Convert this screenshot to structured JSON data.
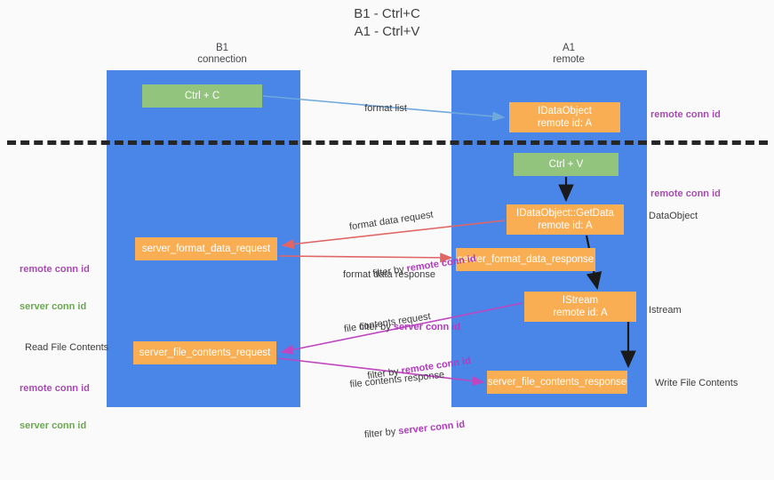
{
  "title": "B1 - Ctrl+C\nA1 - Ctrl+V",
  "columns": {
    "left": {
      "name": "B1",
      "role": "connection",
      "label": "B1\nconnection"
    },
    "right": {
      "name": "A1",
      "role": "remote",
      "label": "A1\nremote"
    }
  },
  "nodes": {
    "ctrl_c": {
      "line1": "Ctrl + C",
      "color": "#93c47d"
    },
    "idataobject": {
      "line1": "IDataObject",
      "line2": "remote id: A",
      "color": "#f9ae54"
    },
    "ctrl_v": {
      "line1": "Ctrl + V",
      "color": "#93c47d"
    },
    "getdata": {
      "line1": "IDataObject::GetData",
      "line2": "remote id: A",
      "color": "#f9ae54"
    },
    "server_format_data_request": {
      "line1": "server_format_data_request",
      "color": "#f9ae54"
    },
    "server_format_data_response": {
      "line1": "server_format_data_response",
      "color": "#f9ae54"
    },
    "istream": {
      "line1": "IStream",
      "line2": "remote id: A",
      "color": "#f9ae54"
    },
    "server_file_contents_request": {
      "line1": "server_file_contents_request",
      "color": "#f9ae54"
    },
    "server_file_contents_response": {
      "line1": "server_file_contents_response",
      "color": "#f9ae54"
    }
  },
  "edges": {
    "format_list": {
      "label": "format list",
      "color": "#6fa8dc"
    },
    "format_data_request": {
      "label": "format data request",
      "filter_prefix": "filter by ",
      "filter_key": "remote conn id",
      "color": "#e06666"
    },
    "format_data_response": {
      "label": "format data response",
      "filter_prefix": "filter by ",
      "filter_key": "server conn id",
      "color": "#e06666"
    },
    "file_contents_request": {
      "label": "file contents request",
      "filter_prefix": "filter by ",
      "filter_key": "remote conn id",
      "color": "#c045c0"
    },
    "file_contents_response": {
      "label": "file contents response",
      "filter_prefix": "filter by ",
      "filter_key": "server conn id",
      "color": "#c045c0"
    }
  },
  "side_labels": {
    "right_remote_conn_id_top": "remote conn id",
    "right_remote_conn_id_mid": "remote conn id",
    "right_dataobject": "DataObject",
    "right_istream": "Istream",
    "right_write_file_contents": "Write File Contents",
    "left_remote_conn_id": "remote conn id",
    "left_server_conn_id": "server conn id",
    "left_read_file_contents": "Read File Contents",
    "left_remote_conn_id_2": "remote conn id",
    "left_server_conn_id_2": "server conn id"
  },
  "colors": {
    "lane": "#4a86e8",
    "green_box": "#93c47d",
    "orange_box": "#f9ae54",
    "purple_text": "#b13bbf",
    "green_text": "#6aa84f",
    "red_arrow": "#e06666",
    "blue_arrow": "#6fa8dc",
    "magenta_arrow": "#c045c0",
    "divider": "#262626",
    "background": "#fafafa"
  }
}
